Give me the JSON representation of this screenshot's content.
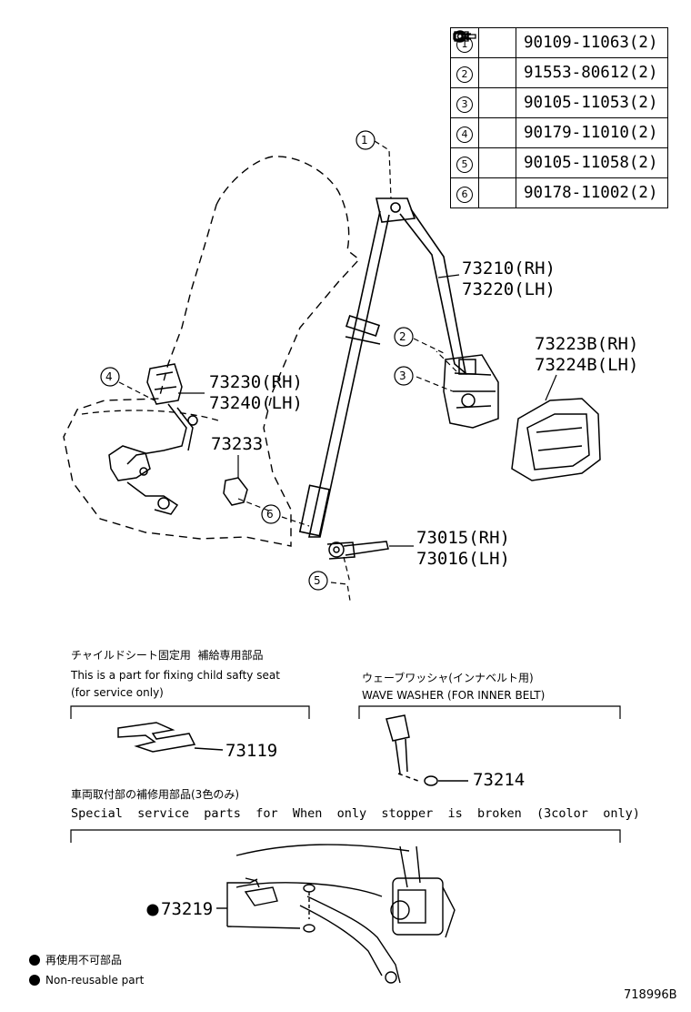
{
  "bolt_table": [
    {
      "num": "1",
      "part": "90109-11063(2)"
    },
    {
      "num": "2",
      "part": "91553-80612(2)"
    },
    {
      "num": "3",
      "part": "90105-11053(2)"
    },
    {
      "num": "4",
      "part": "90179-11010(2)"
    },
    {
      "num": "5",
      "part": "90105-11058(2)"
    },
    {
      "num": "6",
      "part": "90178-11002(2)"
    }
  ],
  "callouts": [
    "1",
    "2",
    "3",
    "4",
    "5",
    "6"
  ],
  "parts": {
    "belt_rh": "73210(RH)",
    "belt_lh": "73220(LH)",
    "cover_rh": "73223B(RH)",
    "cover_lh": "73224B(LH)",
    "buckle_rh": "73230(RH)",
    "buckle_lh": "73240(LH)",
    "bracket": "73233",
    "anchor_rh": "73015(RH)",
    "anchor_lh": "73016(LH)"
  },
  "child_seat": {
    "jp": "チャイルドシート固定用  補給専用部品",
    "en1": "This is a part for fixing child safty seat",
    "en2": "(for service only)",
    "part": "73119"
  },
  "wave_washer": {
    "jp": "ウェーブワッシャ(インナベルト用)",
    "en": "WAVE WASHER (FOR INNER BELT)",
    "part": "73214"
  },
  "stopper": {
    "jp": "車両取付部の補修用部品(3色のみ)",
    "en": "Special  service  parts  for  When  only  stopper  is  broken  (3color  only)",
    "part": "73219"
  },
  "legend": {
    "jp": "再使用不可部品",
    "en": "Non-reusable part"
  },
  "diagram_id": "718996B"
}
